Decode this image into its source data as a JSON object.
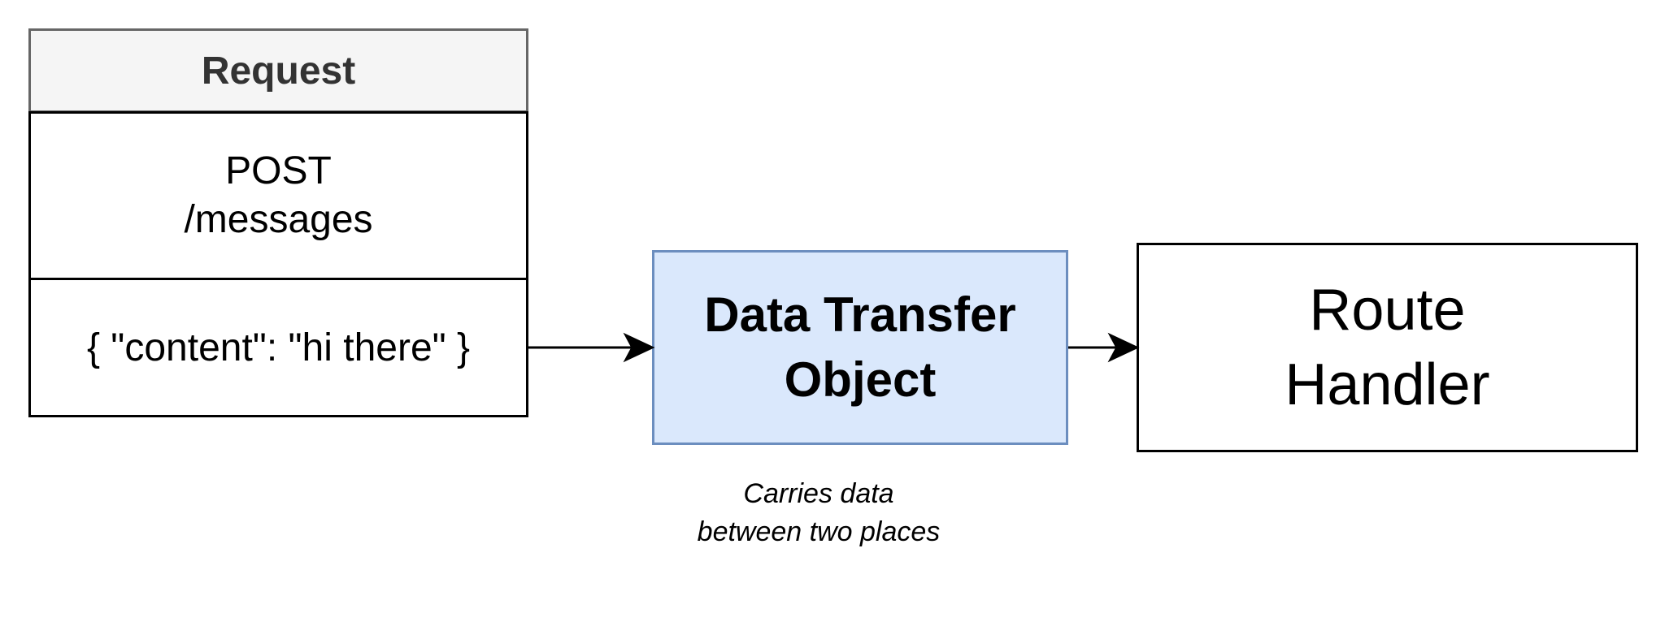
{
  "request": {
    "header": "Request",
    "method_line_1": "POST",
    "method_line_2": "/messages",
    "body": "{ \"content\": \"hi there\" }"
  },
  "dto": {
    "line_1": "Data Transfer",
    "line_2": "Object",
    "caption_line_1": "Carries data",
    "caption_line_2": "between two places"
  },
  "route_handler": {
    "line_1": "Route",
    "line_2": "Handler"
  },
  "colors": {
    "dto_fill": "#dae8fc",
    "dto_stroke": "#6c8ebf",
    "header_fill": "#f5f5f5",
    "header_stroke": "#666666"
  }
}
